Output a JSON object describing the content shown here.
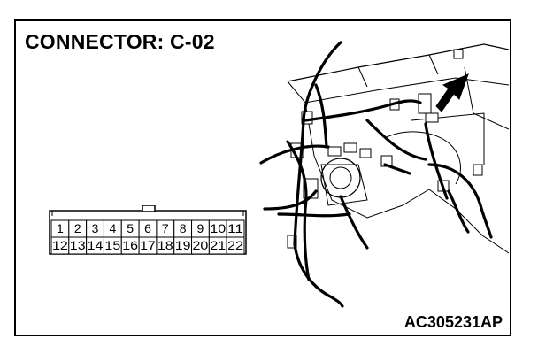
{
  "title": "CONNECTOR: C-02",
  "figure_code": "AC305231AP",
  "connector": {
    "top_row": [
      "1",
      "2",
      "3",
      "4",
      "5",
      "6",
      "7",
      "8",
      "9",
      "10",
      "11"
    ],
    "bottom_row": [
      "12",
      "13",
      "14",
      "15",
      "16",
      "17",
      "18",
      "19",
      "20",
      "21",
      "22"
    ]
  },
  "colors": {
    "line": "#000000",
    "background": "#ffffff"
  },
  "icons": [
    "arrow-pointer-icon",
    "dashboard-harness-illustration"
  ]
}
